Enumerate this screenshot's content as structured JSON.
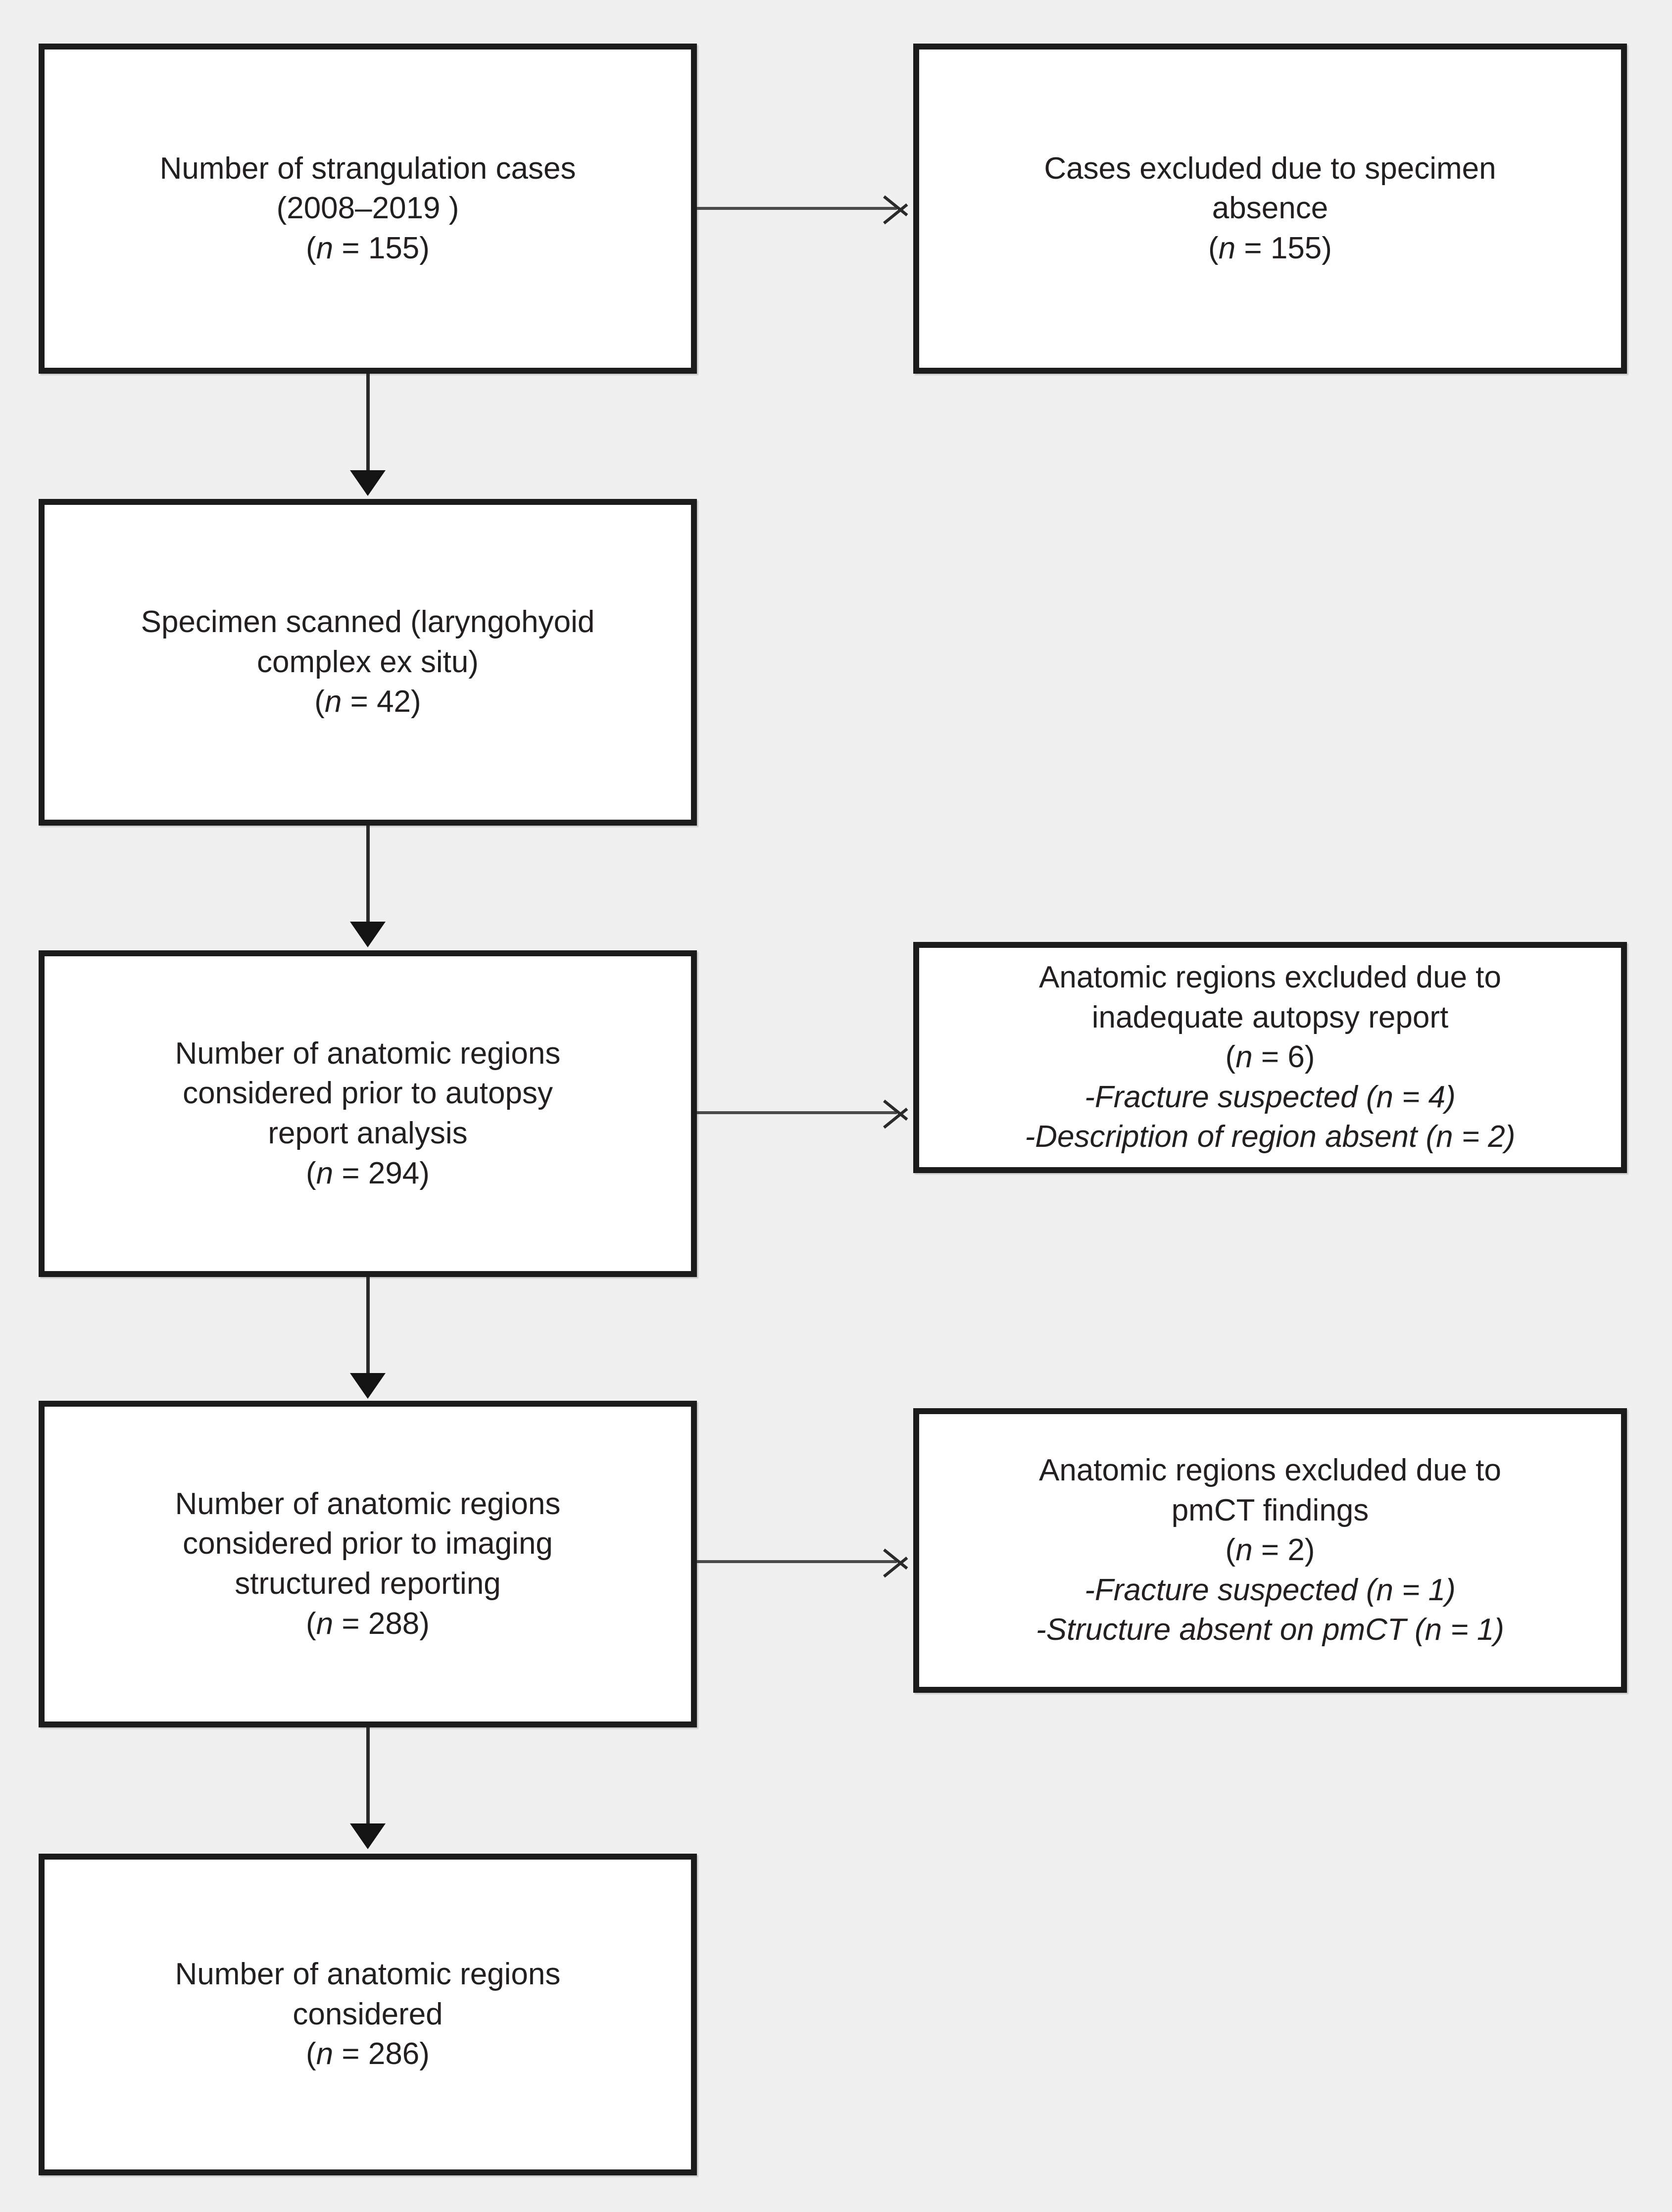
{
  "diagram": {
    "type": "flowchart",
    "title": "Study inclusion/exclusion flowchart",
    "background_color": "#f0f0f0",
    "box_fill_color": "#ffffff",
    "box_border_color": "#1b1b1b",
    "text_color": "#231f20",
    "connector_color": "#2a2a2a"
  },
  "boxes": {
    "cases": {
      "id": "box-cases",
      "line1": "Number of strangulation cases",
      "line2": "(2008–2019 )",
      "count_prefix": "(",
      "count_n": "n",
      "count_suffix": " = 155)"
    },
    "excluded_specimen": {
      "id": "box-excl-specimen",
      "line1": "Cases excluded due to specimen",
      "line2": "absence",
      "count_prefix": "(",
      "count_n": "n",
      "count_suffix": " = 155)"
    },
    "specimen_scanned": {
      "id": "box-specimen",
      "line1": "Specimen scanned (laryngohyoid",
      "line2": "complex ex situ)",
      "count_prefix": "(",
      "count_n": "n",
      "count_suffix": " = 42)"
    },
    "regions_autopsy": {
      "id": "box-regions-autopsy",
      "line1": "Number of anatomic regions",
      "line2": "considered prior to autopsy",
      "line3": "report analysis",
      "count_prefix": "(",
      "count_n": "n",
      "count_suffix": " = 294)"
    },
    "excluded_autopsy": {
      "id": "box-excl-autopsy",
      "line1": "Anatomic regions excluded due to",
      "line2": "inadequate autopsy report",
      "count_prefix": "(",
      "count_n": "n",
      "count_suffix": " = 6)",
      "sub1_text": "-Fracture suspected (",
      "sub1_n": "n",
      "sub1_tail": " = 4)",
      "sub2_text": "-Description of region absent (",
      "sub2_n": "n",
      "sub2_tail": " = 2)"
    },
    "regions_imaging": {
      "id": "box-regions-imaging",
      "line1": "Number of anatomic regions",
      "line2": "considered prior to imaging",
      "line3": "structured reporting",
      "count_prefix": "(",
      "count_n": "n",
      "count_suffix": " = 288)"
    },
    "excluded_pmct": {
      "id": "box-excl-pmct",
      "line1": "Anatomic regions excluded due to",
      "line2": "pmCT findings",
      "count_prefix": "(",
      "count_n": "n",
      "count_suffix": " = 2)",
      "sub1_text": "-Fracture suspected (",
      "sub1_n": "n",
      "sub1_tail": " = 1)",
      "sub2_text": "-Structure absent on pmCT (",
      "sub2_n": "n",
      "sub2_tail": " = 1)"
    },
    "regions_final": {
      "id": "box-regions-final",
      "line1": "Number of anatomic regions",
      "line2": "considered",
      "count_prefix": "(",
      "count_n": "n",
      "count_suffix": " = 286)"
    }
  },
  "chart_data": {
    "type": "diagram",
    "title": "Strangulation case / anatomic region selection flow",
    "nodes": [
      {
        "key": "cases",
        "column": "left",
        "row": 1,
        "label": "Number of strangulation cases (2008–2019 )",
        "n": 155
      },
      {
        "key": "excluded_specimen",
        "column": "right",
        "row": 1,
        "label": "Cases excluded due to specimen absence",
        "n": 155
      },
      {
        "key": "specimen_scanned",
        "column": "left",
        "row": 2,
        "label": "Specimen scanned (laryngohyoid complex ex situ)",
        "n": 42
      },
      {
        "key": "regions_autopsy",
        "column": "left",
        "row": 3,
        "label": "Number of anatomic regions considered prior to autopsy report analysis",
        "n": 294
      },
      {
        "key": "excluded_autopsy",
        "column": "right",
        "row": 3,
        "label": "Anatomic regions excluded due to inadequate autopsy report",
        "n": 6,
        "breakdown": [
          {
            "label": "-Fracture suspected",
            "n": 4
          },
          {
            "label": "-Description of region absent",
            "n": 2
          }
        ]
      },
      {
        "key": "regions_imaging",
        "column": "left",
        "row": 4,
        "label": "Number of anatomic regions considered prior to imaging structured reporting",
        "n": 288
      },
      {
        "key": "excluded_pmct",
        "column": "right",
        "row": 4,
        "label": "Anatomic regions excluded due to pmCT findings",
        "n": 2,
        "breakdown": [
          {
            "label": "-Fracture suspected",
            "n": 1
          },
          {
            "label": "-Structure absent on pmCT",
            "n": 1
          }
        ]
      },
      {
        "key": "regions_final",
        "column": "left",
        "row": 5,
        "label": "Number of anatomic regions considered",
        "n": 286
      }
    ],
    "edges": [
      {
        "from": "cases",
        "to": "excluded_specimen",
        "direction": "right",
        "arrowhead": "open"
      },
      {
        "from": "cases",
        "to": "specimen_scanned",
        "direction": "down",
        "arrowhead": "filled"
      },
      {
        "from": "specimen_scanned",
        "to": "regions_autopsy",
        "direction": "down",
        "arrowhead": "filled"
      },
      {
        "from": "regions_autopsy",
        "to": "excluded_autopsy",
        "direction": "right",
        "arrowhead": "open"
      },
      {
        "from": "regions_autopsy",
        "to": "regions_imaging",
        "direction": "down",
        "arrowhead": "filled"
      },
      {
        "from": "regions_imaging",
        "to": "excluded_pmct",
        "direction": "right",
        "arrowhead": "open"
      },
      {
        "from": "regions_imaging",
        "to": "regions_final",
        "direction": "down",
        "arrowhead": "filled"
      }
    ]
  }
}
